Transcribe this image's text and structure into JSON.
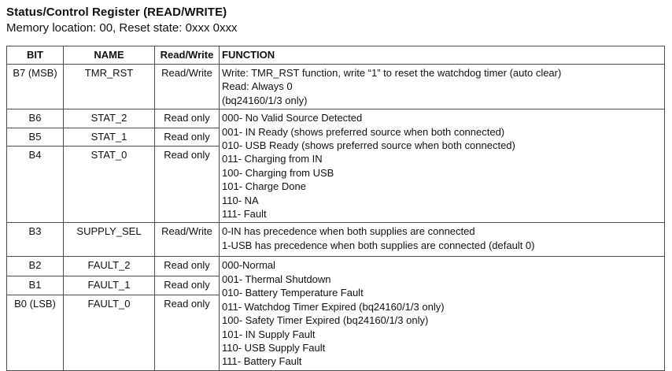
{
  "page": {
    "title": "Status/Control Register (READ/WRITE)",
    "subtitle": "Memory location: 00, Reset state: 0xxx 0xxx"
  },
  "register_table": {
    "headers": {
      "bit": "BIT",
      "name": "NAME",
      "rw": "Read/Write",
      "function": "FUNCTION"
    },
    "row_tmr": {
      "bit": "B7 (MSB)",
      "name": "TMR_RST",
      "rw": "Read/Write",
      "lines": [
        "Write: TMR_RST function, write “1” to reset the watchdog timer (auto clear)",
        "Read: Always 0",
        "(bq24160/1/3 only)"
      ]
    },
    "row_stat2": {
      "bit": "B6",
      "name": "STAT_2",
      "rw": "Read only"
    },
    "row_stat1": {
      "bit": "B5",
      "name": "STAT_1",
      "rw": "Read only"
    },
    "row_stat0": {
      "bit": "B4",
      "name": "STAT_0",
      "rw": "Read only"
    },
    "stat_function_lines": [
      "000- No Valid Source Detected",
      "001- IN Ready (shows preferred source when both connected)",
      "010- USB Ready (shows preferred source when both connected)",
      "011- Charging from IN",
      "100- Charging from USB",
      "101- Charge Done",
      "110- NA",
      "111- Fault"
    ],
    "row_supply": {
      "bit": "B3",
      "name": "SUPPLY_SEL",
      "rw": "Read/Write",
      "lines": [
        "0-IN has precedence when both supplies are connected",
        "1-USB has precedence when both supplies are connected (default 0)"
      ]
    },
    "row_fault2": {
      "bit": "B2",
      "name": "FAULT_2",
      "rw": "Read only"
    },
    "row_fault1": {
      "bit": "B1",
      "name": "FAULT_1",
      "rw": "Read only"
    },
    "row_fault0": {
      "bit": "B0 (LSB)",
      "name": "FAULT_0",
      "rw": "Read only"
    },
    "fault_function_lines": [
      "000-Normal",
      "001- Thermal Shutdown",
      "010- Battery Temperature Fault",
      "011- Watchdog Timer Expired (bq24160/1/3 only)",
      "100- Safety Timer Expired (bq24160/1/3 only)",
      "101- IN Supply Fault",
      "110- USB Supply Fault",
      "111- Battery Fault"
    ]
  }
}
